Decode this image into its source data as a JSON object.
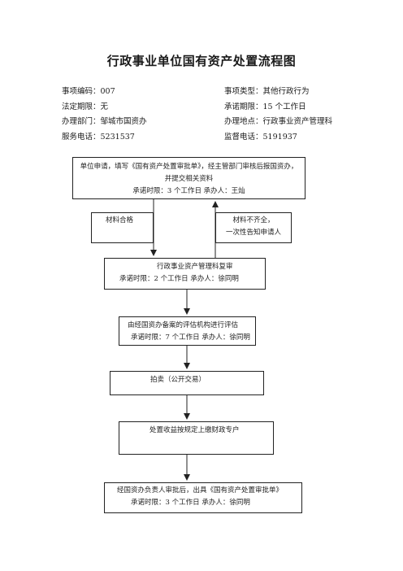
{
  "title": "行政事业单位国有资产处置流程图",
  "info": {
    "left": [
      {
        "label": "事项编码：",
        "value": "007"
      },
      {
        "label": "法定期限：",
        "value": "无"
      },
      {
        "label": "办理部门：",
        "value": "邹城市国资办"
      },
      {
        "label": "服务电话：",
        "value": "5231537"
      }
    ],
    "right": [
      {
        "label": "事项类型：",
        "value": "其他行政行为"
      },
      {
        "label": "承诺期限：",
        "value": "15 个工作日"
      },
      {
        "label": "办理地点：",
        "value": "行政事业资产管理科"
      },
      {
        "label": "监督电话：",
        "value": "5191937"
      }
    ]
  },
  "nodes": {
    "apply": {
      "line1": "单位申请，填写《国有资产处置审批单》，经主管部门审核后报国资办，",
      "line2": "并提交相关资料",
      "line3": "承诺时限：3 个工作日  承办人：王灿"
    },
    "qualified": {
      "line1": "材料合格"
    },
    "incomplete": {
      "line1": "材料不齐全，",
      "line2": "一次性告知申请人"
    },
    "review": {
      "line1": "行政事业资产管理科复审",
      "line2": "承诺时限：2 个工作日  承办人：徐同明"
    },
    "evaluate": {
      "line1": "由经国资办备案的评估机构进行评估",
      "line2": "承诺时限：7 个工作日  承办人：徐同明"
    },
    "auction": {
      "line1": "拍卖（公开交易）"
    },
    "proceeds": {
      "line1": "处置收益按规定上缴财政专户"
    },
    "approve": {
      "line1": "经国资办负责人审批后，出具《国有资产处置审批单》",
      "line2": "承诺时限：3 个工作日  承办人：徐同明"
    }
  }
}
